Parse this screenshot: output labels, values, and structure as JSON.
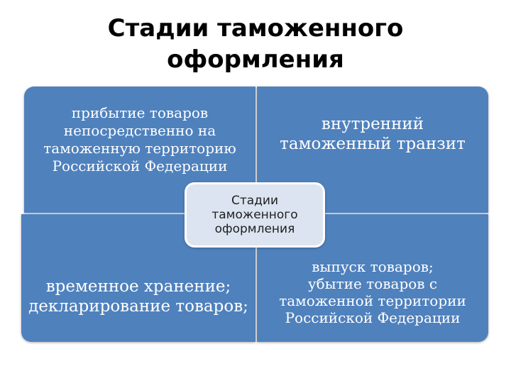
{
  "slide": {
    "title_line1": "Стадии таможенного",
    "title_line2": "оформления"
  },
  "diagram": {
    "center": {
      "line1": "Стадии",
      "line2": "таможенного",
      "line3": "оформления"
    },
    "top_left": {
      "line1": "прибытие товаров",
      "line2": "непосредственно на",
      "line3": "таможенную территорию",
      "line4": "Российской Федерации"
    },
    "top_right": {
      "line1": "внутренний",
      "line2": "таможенный транзит"
    },
    "bottom_left": {
      "line1": "временное хранение;",
      "line2": "декларирование товаров;"
    },
    "bottom_right": {
      "line1": "выпуск товаров;",
      "line2": "убытие товаров с",
      "line3": "таможенной территории",
      "line4": "Российской Федерации"
    },
    "colors": {
      "quadrant_fill": "#4f81bd",
      "center_fill": "#dbe4f0",
      "quadrant_text": "#ffffff",
      "center_text": "#1f1f1f"
    }
  }
}
